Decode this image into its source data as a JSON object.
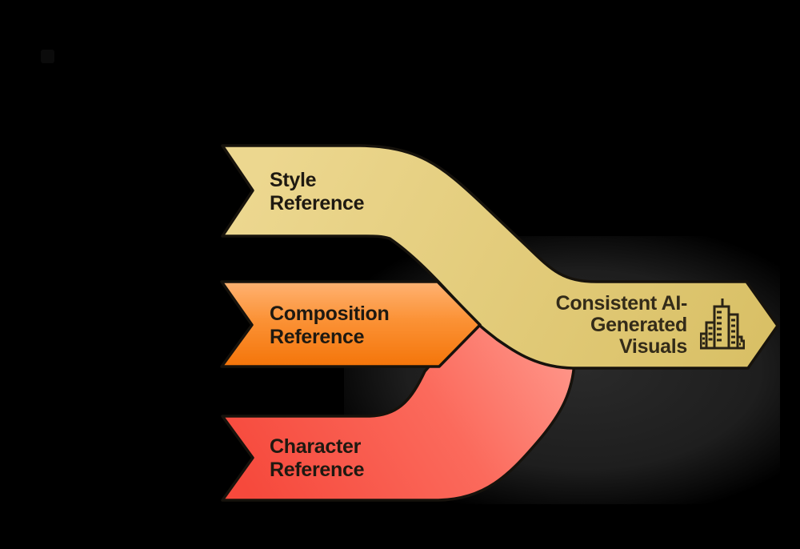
{
  "background_color": "#000000",
  "watermark_square": {
    "color": "#0b0b0b"
  },
  "diagram": {
    "type": "merge-arrows-infographic",
    "outline_color": "#16120c",
    "label_color": "#1e1911",
    "output_label_color": "#332b19",
    "inputs": [
      {
        "name": "style-reference",
        "line1": "Style",
        "line2": "Reference",
        "color_top": "#ecd78f",
        "color_bottom": "#d9c066"
      },
      {
        "name": "composition-reference",
        "line1": "Composition",
        "line2": "Reference",
        "color_top": "#ffb475",
        "color_mid": "#fb9236",
        "color_bottom": "#f47408"
      },
      {
        "name": "character-reference",
        "line1": "Character",
        "line2": "Reference",
        "color_top": "#ff9e92",
        "color_mid": "#fb6a5c",
        "color_bottom": "#f6493c"
      }
    ],
    "output": {
      "name": "consistent-ai-generated-visuals",
      "line1": "Consistent AI-",
      "line2": "Generated",
      "line3": "Visuals",
      "icon": "city-buildings-icon"
    }
  }
}
